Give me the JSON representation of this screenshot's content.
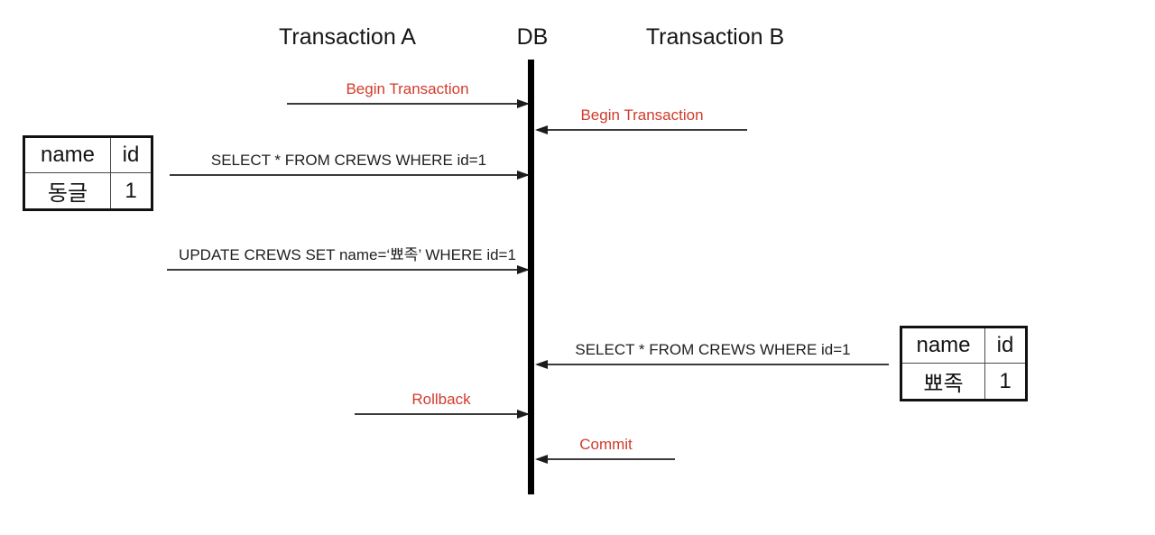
{
  "diagram": {
    "lifelines": {
      "left": {
        "label": "Transaction A"
      },
      "center": {
        "label": "DB"
      },
      "right": {
        "label": "Transaction B"
      }
    },
    "messages": [
      {
        "label": "Begin Transaction",
        "from": "Transaction A",
        "to": "DB",
        "direction": "right",
        "style": "red"
      },
      {
        "label": "Begin Transaction",
        "from": "Transaction B",
        "to": "DB",
        "direction": "left",
        "style": "red"
      },
      {
        "label": "SELECT * FROM CREWS WHERE id=1",
        "from": "Transaction A",
        "to": "DB",
        "direction": "right",
        "style": "black"
      },
      {
        "label": "UPDATE CREWS SET name=‘뾰족’ WHERE id=1",
        "from": "Transaction A",
        "to": "DB",
        "direction": "right",
        "style": "black"
      },
      {
        "label": "SELECT * FROM CREWS WHERE id=1",
        "from": "Transaction B",
        "to": "DB",
        "direction": "left",
        "style": "black"
      },
      {
        "label": "Rollback",
        "from": "Transaction A",
        "to": "DB",
        "direction": "right",
        "style": "red"
      },
      {
        "label": "Commit",
        "from": "Transaction B",
        "to": "DB",
        "direction": "left",
        "style": "red"
      }
    ],
    "result_tables": [
      {
        "owner": "Transaction A",
        "headers": [
          "name",
          "id"
        ],
        "rows": [
          [
            "동글",
            "1"
          ]
        ]
      },
      {
        "owner": "Transaction B",
        "headers": [
          "name",
          "id"
        ],
        "rows": [
          [
            "뾰족",
            "1"
          ]
        ]
      }
    ],
    "colors": {
      "red_label": "#d23b2b",
      "black_label": "#1f1f1f",
      "lifeline": "#000000",
      "arrow_line": "#3b3b3b"
    }
  }
}
